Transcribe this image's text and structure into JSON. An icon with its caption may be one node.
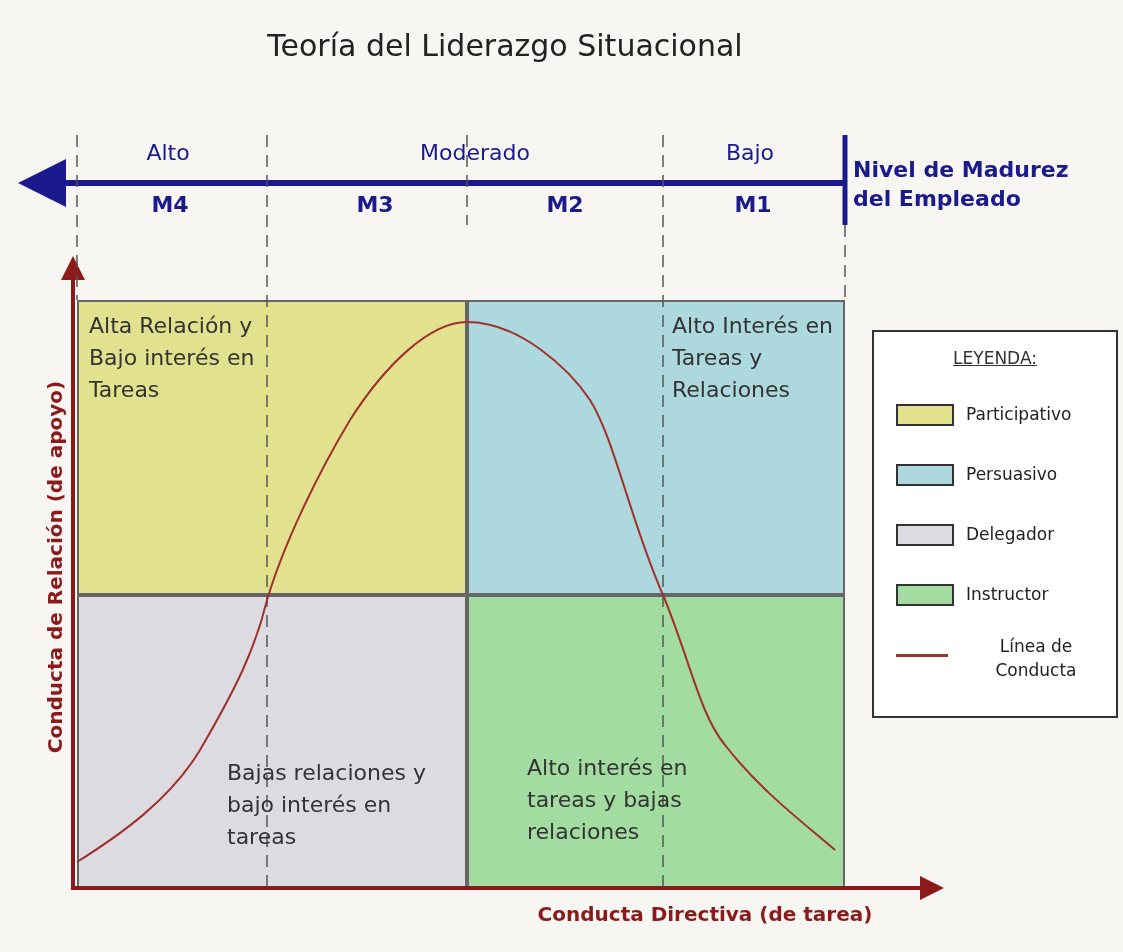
{
  "diagram": {
    "title": "Teoría del Liderazgo Situacional",
    "nodes": [
      {
        "text": [
          "Alta Relación y Bajo interés en Tareas"
        ]
      },
      {
        "text": [
          "Alto Interés en Tareas y Relaciones"
        ]
      },
      {
        "text": [
          "Bajas relaciones y bajo interés en tareas"
        ]
      },
      {
        "text": [
          "Alto interés en tareas y bajas relaciones"
        ]
      }
    ],
    "labels": [
      "Alto",
      "Moderado",
      "Bajo",
      "M4",
      "M3",
      "M2",
      "M1",
      "Nivel de Madurez del Empleado",
      "Conducta de Relación (de apoyo)",
      "Conducta Directiva (de tarea)",
      "LEYENDA:"
    ],
    "legend": [
      {
        "text": "Participativo",
        "color": "#e2e28e"
      },
      {
        "text": "Persuasivo",
        "color": "#acd8de"
      },
      {
        "text": "Delegador",
        "color": "#dcdbe2"
      },
      {
        "text": "Instructor",
        "color": "#a2dca0"
      },
      {
        "text": "Línea de Conducta"
      }
    ]
  }
}
